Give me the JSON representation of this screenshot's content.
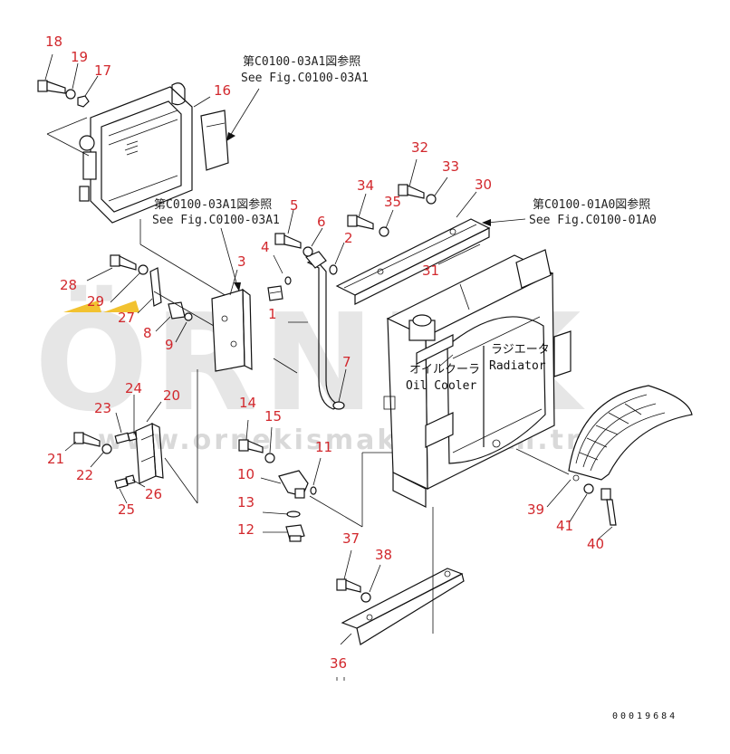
{
  "watermark": {
    "brand": "ÖRNEK",
    "url": "www.ornekismakina.com.tr",
    "accent_color": "#f2c230"
  },
  "callouts": [
    "1",
    "2",
    "3",
    "4",
    "5",
    "6",
    "7",
    "8",
    "9",
    "10",
    "11",
    "12",
    "13",
    "14",
    "15",
    "16",
    "17",
    "18",
    "19",
    "20",
    "21",
    "22",
    "23",
    "24",
    "25",
    "26",
    "27",
    "28",
    "29",
    "30",
    "31",
    "32",
    "33",
    "34",
    "35",
    "36",
    "37",
    "38",
    "39",
    "40",
    "41"
  ],
  "references": {
    "top": {
      "jp": "第C0100-03A1図参照",
      "en": "See Fig.C0100-03A1"
    },
    "middle": {
      "jp": "第C0100-03A1図参照",
      "en": "See Fig.C0100-03A1"
    },
    "right": {
      "jp": "第C0100-01A0図参照",
      "en": "See Fig.C0100-01A0"
    }
  },
  "labels": {
    "radiator_jp": "ラジエータ",
    "radiator_en": "Radiator",
    "oil_cooler_jp": "オイルクーラ",
    "oil_cooler_en": "Oil Cooler"
  },
  "drawing_number": "00019684",
  "colors": {
    "callout": "#d2282d",
    "line": "#111111"
  }
}
